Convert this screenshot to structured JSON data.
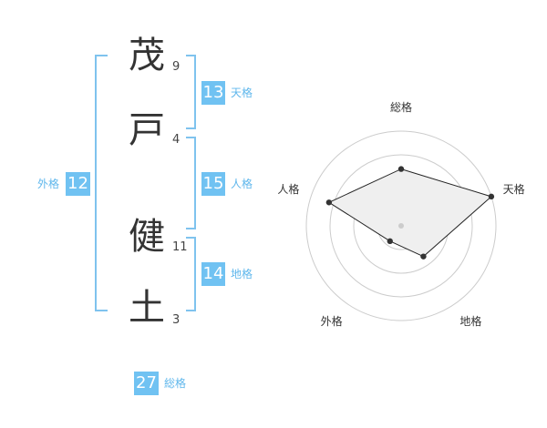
{
  "name": {
    "chars": [
      {
        "char": "茂",
        "strokes": "9"
      },
      {
        "char": "戸",
        "strokes": "4"
      },
      {
        "char": "健",
        "strokes": "11"
      },
      {
        "char": "土",
        "strokes": "3"
      }
    ]
  },
  "kaku": {
    "tenkaku": {
      "value": "13",
      "label": "天格"
    },
    "jinkaku": {
      "value": "15",
      "label": "人格"
    },
    "chikaku": {
      "value": "14",
      "label": "地格"
    },
    "gaikaku": {
      "value": "12",
      "label": "外格"
    },
    "soukaku": {
      "value": "27",
      "label": "総格"
    }
  },
  "chart_data": {
    "type": "radar",
    "axes": [
      "総格",
      "天格",
      "地格",
      "外格",
      "人格"
    ],
    "values": [
      3,
      5,
      2,
      1,
      4
    ],
    "max": 5,
    "rings": 4,
    "fill": "#efefef",
    "line_color": "#222222",
    "ring_color": "#cccccc"
  },
  "colors": {
    "accent": "#70c2f2",
    "bracket": "#7fc3ee"
  }
}
